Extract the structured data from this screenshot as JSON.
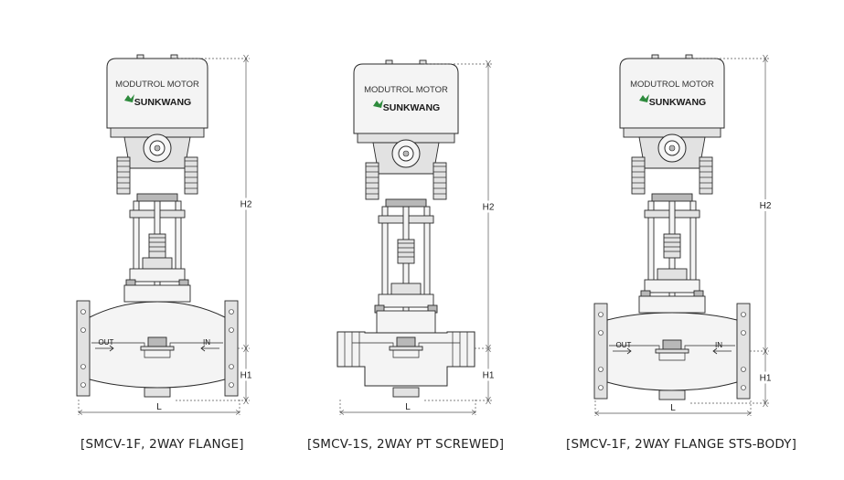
{
  "valves": [
    {
      "id": "smcv-1f",
      "caption": "[SMCV-1F, 2WAY FLANGE]",
      "motor_label": "MODUTROL MOTOR",
      "brand": "SUNKWANG",
      "port_out": "OUT",
      "port_in": "IN",
      "dim_h2": "H2",
      "dim_h1": "H1",
      "dim_l": "L"
    },
    {
      "id": "smcv-1s",
      "caption": "[SMCV-1S, 2WAY PT SCREWED]",
      "motor_label": "MODUTROL MOTOR",
      "brand": "SUNKWANG",
      "port_out": "",
      "port_in": "",
      "dim_h2": "H2",
      "dim_h1": "H1",
      "dim_l": "L"
    },
    {
      "id": "smcv-1f-sts",
      "caption": "[SMCV-1F, 2WAY FLANGE STS-BODY]",
      "motor_label": "MODUTROL MOTOR",
      "brand": "SUNKWANG",
      "port_out": "OUT",
      "port_in": "IN",
      "dim_h2": "H2",
      "dim_h1": "H1",
      "dim_l": "L"
    }
  ],
  "colors": {
    "line": "#2a2a2a",
    "fill_light": "#f4f4f4",
    "fill_mid": "#e2e2e2",
    "fill_dark": "#b8b8b8",
    "dim_line": "#555555",
    "brand_green": "#2d8a3c"
  }
}
